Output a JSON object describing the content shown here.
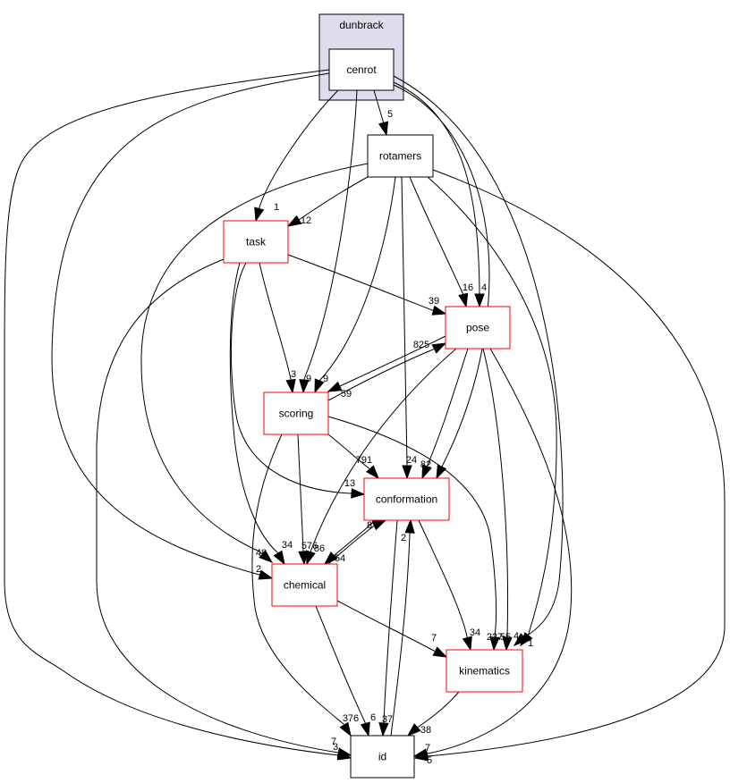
{
  "graph": {
    "cluster": {
      "id": "dunbrack",
      "label": "dunbrack",
      "fill": "#ddddee"
    },
    "colors": {
      "current": "#eeeeff",
      "external_border": "#ff0000",
      "plain_border": "#000000",
      "edge": "#000000"
    },
    "nodes": [
      {
        "id": "cenrot",
        "label": "cenrot",
        "kind": "current"
      },
      {
        "id": "rotamers",
        "label": "rotamers",
        "kind": "plain"
      },
      {
        "id": "task",
        "label": "task",
        "kind": "external"
      },
      {
        "id": "pose",
        "label": "pose",
        "kind": "external"
      },
      {
        "id": "scoring",
        "label": "scoring",
        "kind": "external"
      },
      {
        "id": "conformation",
        "label": "conformation",
        "kind": "external"
      },
      {
        "id": "chemical",
        "label": "chemical",
        "kind": "external"
      },
      {
        "id": "kinematics",
        "label": "kinematics",
        "kind": "external"
      },
      {
        "id": "id",
        "label": "id",
        "kind": "plain"
      }
    ],
    "edges": [
      {
        "from": "cenrot",
        "to": "rotamers",
        "label": "5"
      },
      {
        "from": "cenrot",
        "to": "task",
        "label": "1"
      },
      {
        "from": "cenrot",
        "to": "scoring",
        "label": "9"
      },
      {
        "from": "cenrot",
        "to": "pose",
        "label": "4"
      },
      {
        "from": "cenrot",
        "to": "conformation",
        "label": "4"
      },
      {
        "from": "cenrot",
        "to": "kinematics",
        "label": "1"
      },
      {
        "from": "cenrot",
        "to": "chemical",
        "label": "2"
      },
      {
        "from": "cenrot",
        "to": "id",
        "label": "7"
      },
      {
        "from": "rotamers",
        "to": "task",
        "label": "12"
      },
      {
        "from": "rotamers",
        "to": "pose",
        "label": "16"
      },
      {
        "from": "rotamers",
        "to": "scoring",
        "label": "9"
      },
      {
        "from": "rotamers",
        "to": "conformation",
        "label": "24"
      },
      {
        "from": "rotamers",
        "to": "chemical",
        "label": "48"
      },
      {
        "from": "rotamers",
        "to": "kinematics",
        "label": "4"
      },
      {
        "from": "rotamers",
        "to": "id",
        "label": "7"
      },
      {
        "from": "task",
        "to": "pose",
        "label": "39"
      },
      {
        "from": "task",
        "to": "scoring",
        "label": "3"
      },
      {
        "from": "task",
        "to": "conformation",
        "label": "13"
      },
      {
        "from": "task",
        "to": "chemical",
        "label": "34"
      },
      {
        "from": "task",
        "to": "id",
        "label": "3"
      },
      {
        "from": "pose",
        "to": "scoring",
        "label": "59"
      },
      {
        "from": "scoring",
        "to": "pose",
        "label": "825"
      },
      {
        "from": "pose",
        "to": "conformation",
        "label": "82"
      },
      {
        "from": "pose",
        "to": "chemical",
        "label": "86"
      },
      {
        "from": "pose",
        "to": "kinematics",
        "label": "55"
      },
      {
        "from": "pose",
        "to": "id",
        "label": "5"
      },
      {
        "from": "scoring",
        "to": "conformation",
        "label": "791"
      },
      {
        "from": "scoring",
        "to": "chemical",
        "label": "576"
      },
      {
        "from": "scoring",
        "to": "kinematics",
        "label": "227"
      },
      {
        "from": "scoring",
        "to": "id",
        "label": "376"
      },
      {
        "from": "conformation",
        "to": "chemical",
        "label": "54"
      },
      {
        "from": "chemical",
        "to": "conformation",
        "label": "8"
      },
      {
        "from": "conformation",
        "to": "kinematics",
        "label": "34"
      },
      {
        "from": "conformation",
        "to": "id",
        "label": "37"
      },
      {
        "from": "id",
        "to": "conformation",
        "label": "2"
      },
      {
        "from": "chemical",
        "to": "kinematics",
        "label": "7"
      },
      {
        "from": "chemical",
        "to": "id",
        "label": "6"
      },
      {
        "from": "kinematics",
        "to": "id",
        "label": "38"
      }
    ]
  }
}
